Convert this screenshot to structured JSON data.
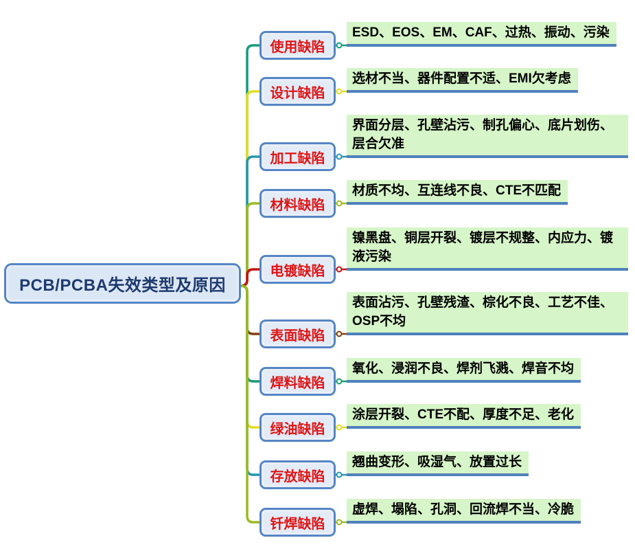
{
  "diagram": {
    "root": {
      "title": "PCB/PCBA失效类型及原因"
    },
    "branches": [
      {
        "label": "使用缺陷",
        "causes": "ESD、EOS、EM、CAF、过热、振动、污染",
        "color": "#169a7f"
      },
      {
        "label": "设计缺陷",
        "causes": "选材不当、器件配置不适、EMI欠考虑",
        "color": "#e3dd1e"
      },
      {
        "label": "加工缺陷",
        "causes": "界面分层、孔壁沾污、制孔偏心、底片划伤、层合欠准",
        "color": "#2596b0"
      },
      {
        "label": "材料缺陷",
        "causes": "材质不均、互连线不良、CTE不匹配",
        "color": "#9cba20"
      },
      {
        "label": "电镀缺陷",
        "causes": "镍黑盘、铜层开裂、镀层不规整、内应力、镀液污染",
        "color": "#c41212"
      },
      {
        "label": "表面缺陷",
        "causes": "表面沾污、孔壁残渣、棕化不良、工艺不佳、OSP不均",
        "color": "#83400f"
      },
      {
        "label": "焊料缺陷",
        "causes": "氧化、浸润不良、焊剂飞溅、焊音不均",
        "color": "#1b9a6e"
      },
      {
        "label": "绿油缺陷",
        "causes": "涂层开裂、CTE不配、厚度不足、老化",
        "color": "#e3dd1e"
      },
      {
        "label": "存放缺陷",
        "causes": "翘曲变形、吸湿气、放置过长",
        "color": "#2596b0"
      },
      {
        "label": "钎焊缺陷",
        "causes": "虚焊、塌陷、孔洞、回流焊不当、冷脆",
        "color": "#9cba20"
      }
    ],
    "colors": {
      "background": "#ffffff",
      "topic_fill": "#e3ebf7",
      "topic_border": "#5585c5",
      "topic_text": "#e01515",
      "root_fill": "#dce7f5",
      "root_border": "#5585c5",
      "root_text": "#1e3a6e",
      "leaf_fill": "#d6f5c8",
      "leaf_underline": "#4f81bd",
      "leaf_text": "#000000"
    }
  }
}
